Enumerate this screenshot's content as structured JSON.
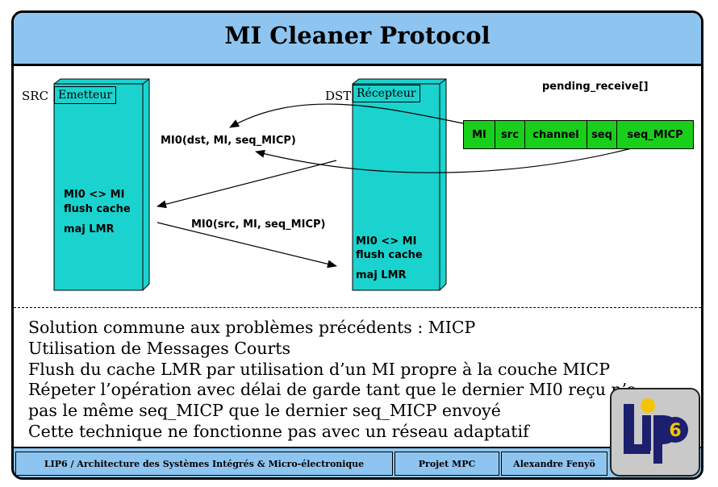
{
  "title": "MI Cleaner Protocol",
  "src": {
    "side_label": "SRC",
    "tag": "Emetteur",
    "lines": [
      "MI0 <> MI",
      "flush cache",
      "maj LMR"
    ]
  },
  "dst": {
    "side_label": "DST",
    "tag": "Récepteur",
    "lines": [
      "MI0 <> MI",
      "flush cache",
      "maj LMR"
    ]
  },
  "pending": {
    "label": "pending_receive[]",
    "cells": [
      "MI",
      "src",
      "channel",
      "seq",
      "seq_MICP"
    ]
  },
  "messages": {
    "to_src": "MI0(dst, MI, seq_MICP)",
    "to_dst": "MI0(src, MI, seq_MICP)"
  },
  "bullets": [
    "Solution commune aux problèmes précédents : MICP",
    "Utilisation de Messages Courts",
    "Flush du cache LMR par utilisation d’un MI propre à la couche MICP",
    "Répeter l’opération avec délai de garde tant que le dernier MI0 reçu n’a",
    "pas le même seq_MICP que le dernier seq_MICP envoyé",
    "Cette technique ne fonctionne pas avec un réseau adaptatif"
  ],
  "footer": {
    "left": "LIP6 / Architecture des Systèmes Intégrés & Micro-électronique",
    "middle": "Projet MPC",
    "right": "Alexandre Fenyö"
  },
  "logo": {
    "text_l": "L",
    "text_i": "I",
    "text_p": "P",
    "text_6": "6"
  },
  "colors": {
    "header_bg": "#8ec5f0",
    "box_cyan": "#1ad3cf",
    "pending_green": "#19cf1b",
    "logo_navy": "#1b1f6e",
    "logo_dot": "#f5c400"
  }
}
